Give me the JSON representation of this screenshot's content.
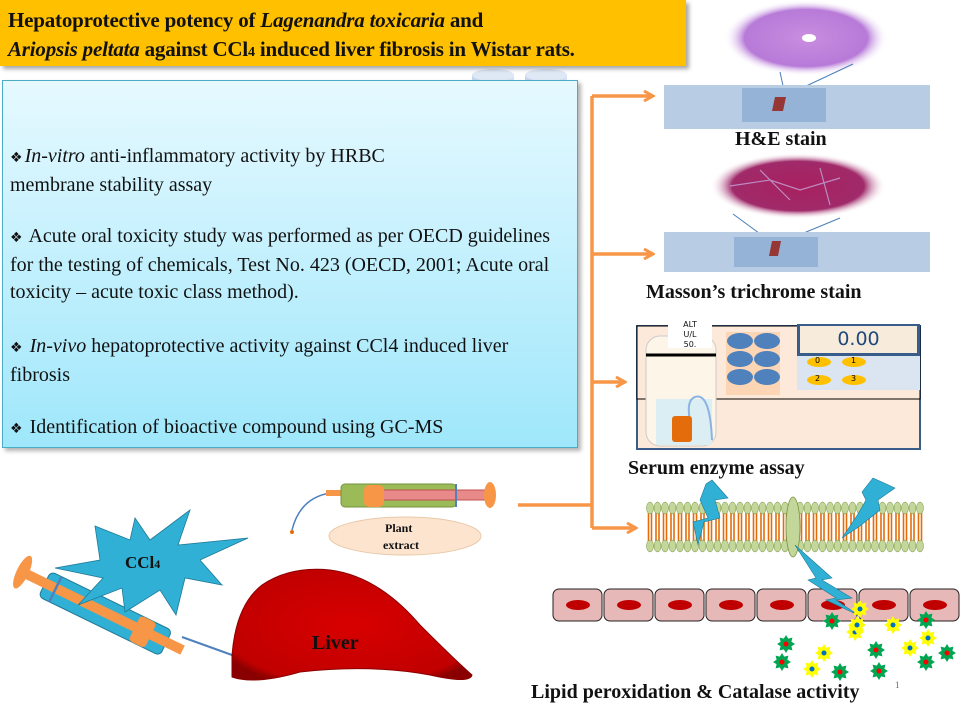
{
  "title": {
    "line1_a": "Hepatoprotective potency of ",
    "line1_b_italic": "Lagenandra toxicaria",
    "line1_c": " and",
    "line2_a_italic": "Ariopsis peltata",
    "line2_b": " against CCl",
    "line2_sub": "4",
    "line2_c": " induced liver fibrosis in Wistar rats."
  },
  "methods": {
    "bullet_glyph": "❖",
    "items": [
      {
        "italic": "In-vitro",
        "text": " anti-inflammatory activity by HRBC membrane stability assay"
      },
      {
        "italic": "",
        "text": " Acute oral toxicity study was performed as per OECD guidelines for the testing of chemicals, Test No. 423 (OECD, 2001; Acute oral toxicity – acute toxic class method)."
      },
      {
        "italic": "In-vivo",
        "text": " hepatoprotective activity against CCl4 induced liver fibrosis"
      },
      {
        "italic": "",
        "text": " Identification of bioactive compound using GC-MS"
      }
    ]
  },
  "outcomes": {
    "he_stain": "H&E stain",
    "masson_stain": "Masson’s trichrome stain",
    "serum_assay": "Serum enzyme assay",
    "lipid_catalase": "Lipid peroxidation & Catalase activity"
  },
  "analyzer": {
    "display_value": "0.00",
    "tube_label_lines": [
      "ALT",
      "U/L",
      "50."
    ],
    "keys": [
      "0",
      "1",
      "2",
      "3"
    ]
  },
  "induction": {
    "toxin_label": "CCl",
    "toxin_sub": "4",
    "organ_label": "Liver",
    "treatment_label_1": "Plant",
    "treatment_label_2": "extract"
  },
  "colors": {
    "title_bg": "#FFC000",
    "arrow": "#F79646",
    "liver": "#D40000",
    "toxin": "#31B0D5",
    "cell_fill": "#E6B8B7",
    "nucleus": "#C00000"
  },
  "page_number": "1"
}
